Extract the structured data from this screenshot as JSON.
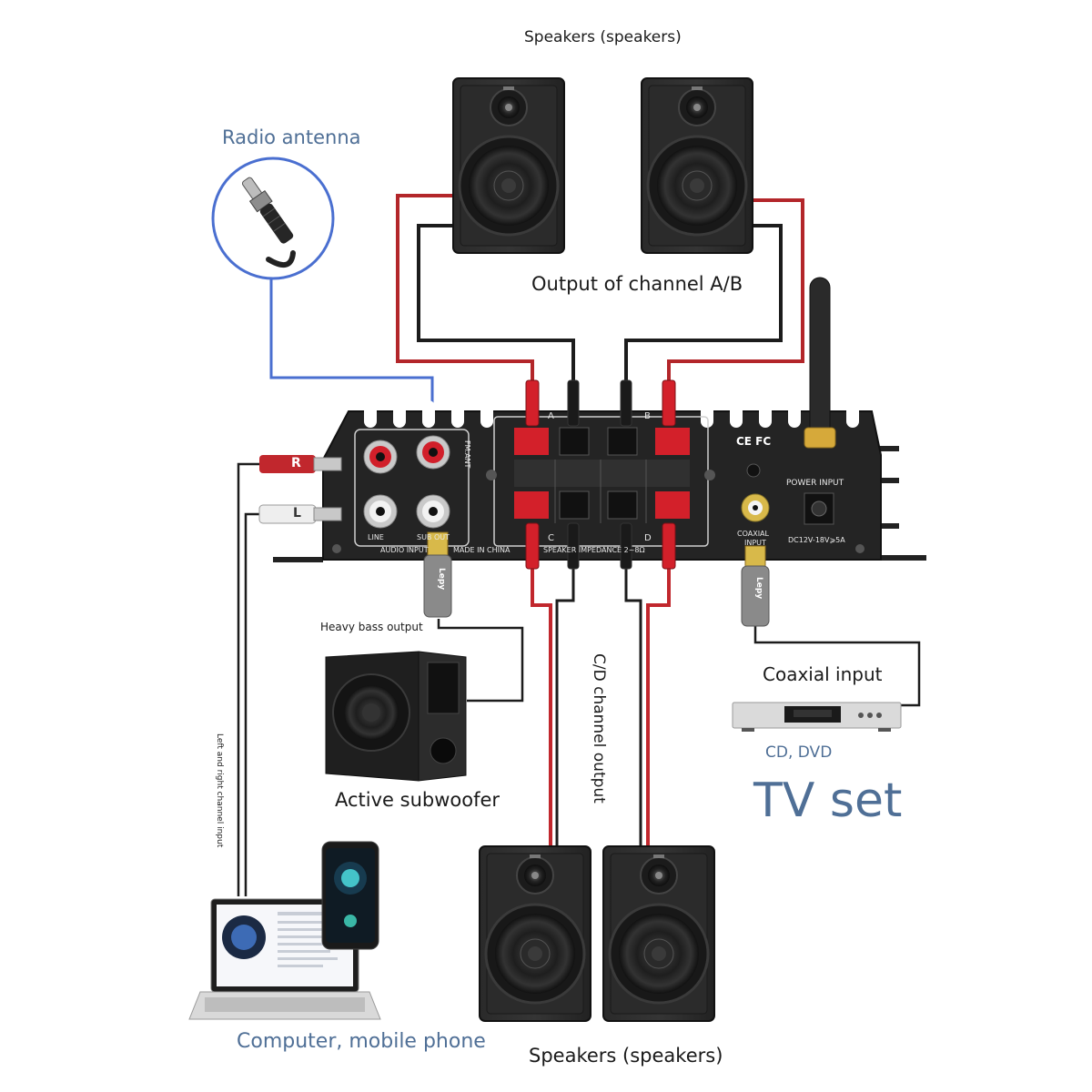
{
  "labels": {
    "speakers_top": "Speakers (speakers)",
    "radio_antenna": "Radio antenna",
    "output_ab": "Output of channel A/B",
    "heavy_bass": "Heavy bass output",
    "active_sub": "Active subwoofer",
    "cd_channel": "C/D channel output",
    "coaxial_input": "Coaxial input",
    "cd_dvd": "CD, DVD",
    "tv_set": "TV set",
    "lr_input": "Left and right channel input",
    "computer_phone": "Computer, mobile phone",
    "speakers_bottom": "Speakers (speakers)"
  },
  "panel": {
    "r": "R",
    "l": "L",
    "fm_ant": "FM.ANT",
    "line": "LINE",
    "sub_out": "SUB OUT",
    "audio_input": "AUDIO INPUT",
    "made_in_china": "MADE IN CHINA",
    "speaker_impedance": "SPEAKER IMPEDANCE 2~8Ω",
    "a": "A",
    "b": "B",
    "c": "C",
    "d": "D",
    "ce_fc": "CE FC",
    "power_input": "POWER INPUT",
    "dc_spec": "DC12V-18V⩾5A",
    "coaxial": "COAXIAL",
    "input": "INPUT",
    "lepy": "Lepy"
  },
  "colors": {
    "wire_red": "#b3262a",
    "wire_black": "#1c1c1c",
    "wire_blue": "#4a6fd0",
    "label_blue": "#4f6f96",
    "amp_body": "#232323",
    "terminal_red": "#d3202a"
  }
}
